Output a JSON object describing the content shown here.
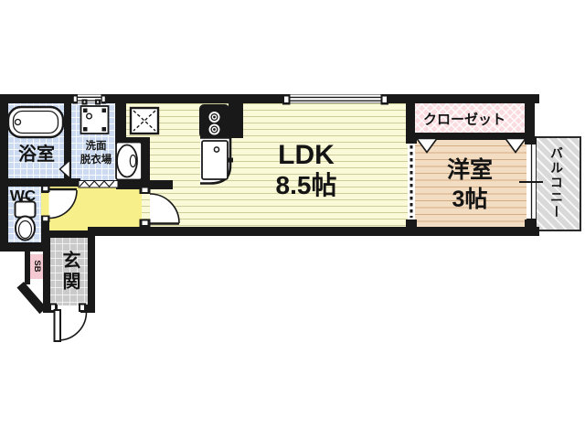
{
  "type": "floor_plan",
  "palette": {
    "wall": "#191919",
    "text": "#141414",
    "tile_blue": "#ccdbf2",
    "ldk_yellow": "#fbfad8",
    "hall_yellow": "#f7ef8a",
    "wood_tan": "#f2dcc2",
    "closet_pink": "#f9dbe0",
    "genkan_gray": "#cacaca",
    "shoebox_pink": "#f4c9d1",
    "balcony_gray": "#d9d9d9"
  },
  "rooms": {
    "bathroom": {
      "label": "浴室"
    },
    "washroom": {
      "label_line1": "洗面",
      "label_line2": "脱衣場"
    },
    "wc": {
      "label": "WC"
    },
    "ldk": {
      "label": "LDK",
      "size": "8.5帖"
    },
    "closet": {
      "label": "クローゼット"
    },
    "western_room": {
      "label": "洋室",
      "size": "3帖"
    },
    "balcony": {
      "label": "バルコニー"
    },
    "entrance": {
      "label": "玄関"
    },
    "shoe_box": {
      "label": "SB"
    }
  },
  "icons": [
    "bathtub-icon",
    "toilet-icon",
    "washbasin-icon",
    "washing-machine-pan-icon",
    "faucet-icon",
    "refrigerator-space-icon",
    "gas-stove-icon",
    "kitchen-sink-icon",
    "door-swing-icon",
    "sliding-door-icon",
    "window-icon",
    "closet-door-icon",
    "balcony-window-icon",
    "threshold-icon"
  ]
}
